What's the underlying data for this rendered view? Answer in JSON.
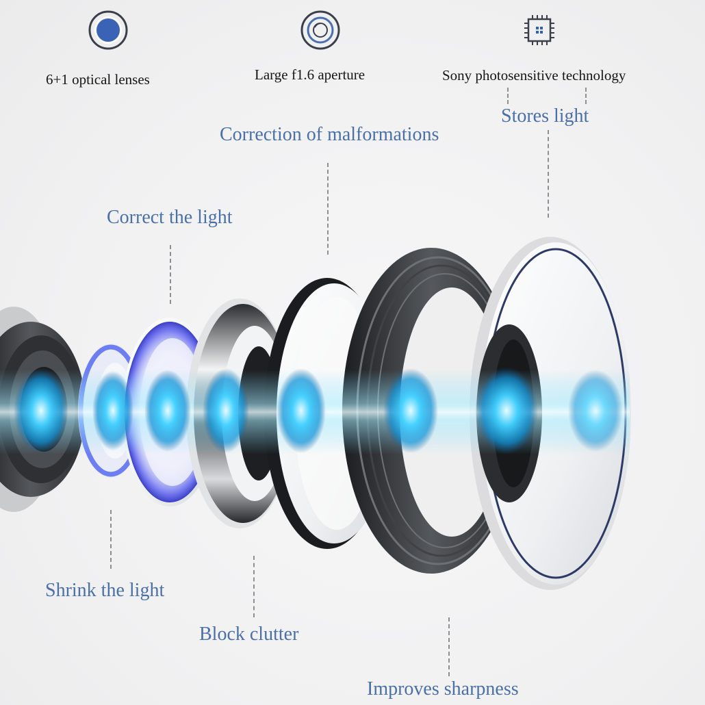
{
  "features": [
    {
      "icon": "lens-circle-icon",
      "label": "6+1 optical lenses"
    },
    {
      "icon": "aperture-icon",
      "label": "Large f1.6 aperture"
    },
    {
      "icon": "chip-icon",
      "label": "Sony photosensitive technology"
    }
  ],
  "callouts": {
    "stores_light": "Stores light",
    "correction": "Correction of malformations",
    "correct_light": "Correct the light",
    "shrink_light": "Shrink the light",
    "block_clutter": "Block clutter",
    "sharpness": "Improves sharpness"
  },
  "colors": {
    "accent": "#4a70a8",
    "icon_blue": "#2f5fb8",
    "light_beam": "#18b9f0"
  }
}
